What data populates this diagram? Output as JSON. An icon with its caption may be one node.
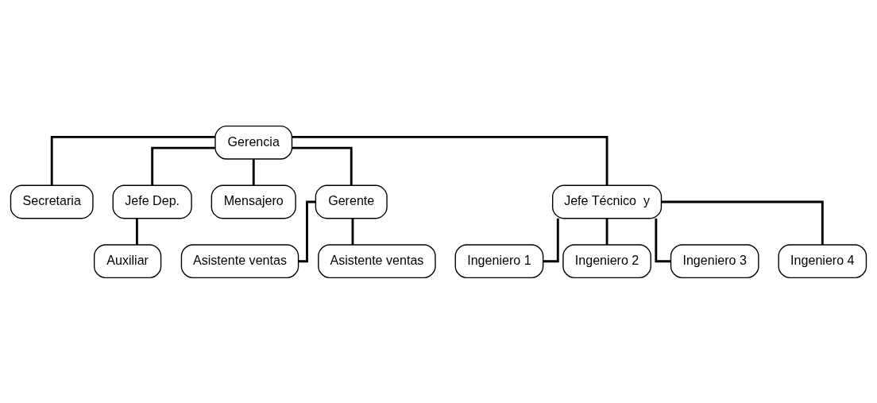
{
  "diagram": {
    "nodes": [
      {
        "text": [
          "Gerencia"
        ]
      },
      {
        "text": [
          "Secretaria"
        ]
      },
      {
        "text": [
          "Jefe Dep."
        ]
      },
      {
        "text": [
          "Mensajero"
        ]
      },
      {
        "text": [
          "Gerente"
        ]
      },
      {
        "text": [
          "Jefe Técnico  y"
        ]
      },
      {
        "text": [
          "Auxiliar"
        ]
      },
      {
        "text": [
          "Asistente ventas"
        ]
      },
      {
        "text": [
          "Asistente ventas"
        ]
      },
      {
        "text": [
          "Ingeniero 1"
        ]
      },
      {
        "text": [
          "Ingeniero 2"
        ]
      },
      {
        "text": [
          "Ingeniero 3"
        ]
      },
      {
        "text": [
          "Ingeniero 4"
        ]
      }
    ],
    "edges": [
      {
        "from": 0,
        "to": 1,
        "arrow": "none"
      },
      {
        "from": 0,
        "to": 2,
        "arrow": "none"
      },
      {
        "from": 0,
        "to": 3,
        "arrow": "none"
      },
      {
        "from": 0,
        "to": 4,
        "arrow": "none"
      },
      {
        "from": 0,
        "to": 5,
        "arrow": "none"
      },
      {
        "from": 2,
        "to": 6,
        "arrow": "none"
      },
      {
        "from": 4,
        "to": 7,
        "arrow": "none"
      },
      {
        "from": 4,
        "to": 8,
        "arrow": "none"
      },
      {
        "from": 5,
        "to": 9,
        "arrow": "none"
      },
      {
        "from": 5,
        "to": 10,
        "arrow": "none"
      },
      {
        "from": 5,
        "to": 11,
        "arrow": "none"
      },
      {
        "from": 5,
        "to": 12,
        "arrow": "none"
      }
    ]
  }
}
